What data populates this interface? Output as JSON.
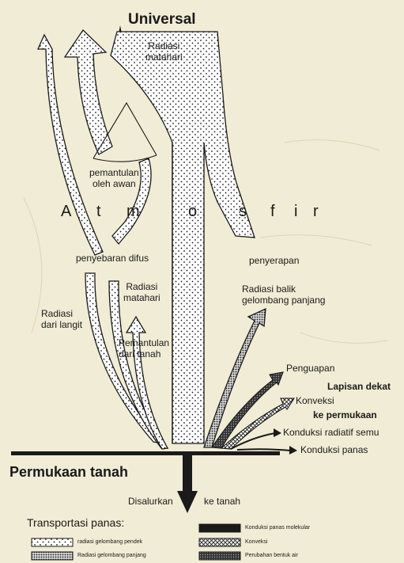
{
  "title": "Universal",
  "atmosphere_letters": [
    "A",
    "t",
    "m",
    "o",
    "s",
    "f",
    "i",
    "r"
  ],
  "labels": {
    "radiasi_matahari_top": "Radiasi\nmatahari",
    "pemantulan_awan": "pemantulan\noleh awan",
    "penyebaran_difus": "penyebaran difus",
    "radiasi_langit": "Radiasi\ndari langit",
    "radiasi_matahari_mid": "Radiasi\nmatahari",
    "pemantulan_tanah": "Pemantulan\ndari tanah",
    "penyerapan": "penyerapan",
    "radiasi_balik": "Radiasi balik\ngelombang panjang",
    "penguapan": "Penguapan",
    "lapisan_dekat": "Lapisan dekat",
    "konveksi": "Konveksi",
    "ke_permukaan": "ke permukaan",
    "konduksi_radiatif": "Konduksi radiatif semu",
    "konduksi_panas": "Konduksi panas",
    "permukaan_tanah": "Permukaan tanah",
    "disalurkan": "Disalurkan",
    "ke_tanah": "ke tanah"
  },
  "legend": {
    "title": "Transportasi panas:",
    "items": [
      {
        "label": "radiasi gelombang pendek",
        "pattern": "dots"
      },
      {
        "label": "Radiasi gelombang panjang",
        "pattern": "dense"
      },
      {
        "label": "Konduksi panas molekular",
        "pattern": "black"
      },
      {
        "label": "Konveksi",
        "pattern": "cross"
      },
      {
        "label": "Perubahan bentuk air",
        "pattern": "dark"
      }
    ]
  },
  "colors": {
    "background": "#f1ecd5",
    "ink": "#1a1a1a",
    "fill": "#ffffff"
  }
}
